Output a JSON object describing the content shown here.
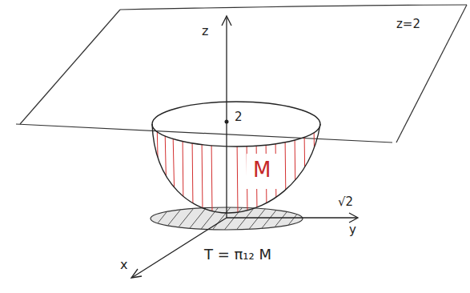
{
  "diagram": {
    "labels": [
      "z=2",
      "z",
      "2",
      "M",
      "√2",
      "y",
      "x",
      "T = π₁₂ M"
    ]
  }
}
